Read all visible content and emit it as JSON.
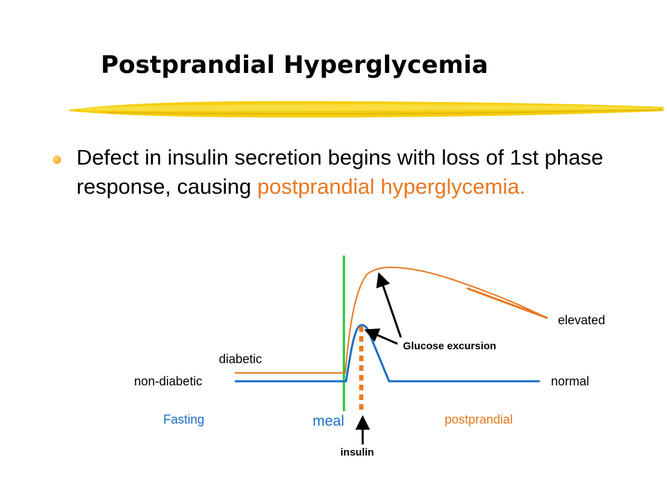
{
  "slide": {
    "title": "Postprandial Hyperglycemia",
    "bullet": {
      "text_before": "Defect in insulin secretion begins with loss of 1st phase response, causing ",
      "highlight": "postprandial hyperglycemia."
    }
  },
  "diagram": {
    "labels": {
      "elevated": "elevated",
      "glucose_excursion": "Glucose excursion",
      "diabetic": "diabetic",
      "non_diabetic": "non-diabetic",
      "normal": "normal",
      "fasting": "Fasting",
      "meal": "meal",
      "postprandial": "postprandial",
      "insulin": "insulin"
    },
    "colors": {
      "diabetic_curve": "#e87722",
      "normal_curve": "#1a6fc4",
      "meal_line": "#1fbf2f",
      "insulin_marker": "#f07a20",
      "fasting_text": "#1a6fc4",
      "postprandial_text": "#e87722",
      "meal_text": "#1a6fc4",
      "title_underline": "#f2c200"
    }
  }
}
